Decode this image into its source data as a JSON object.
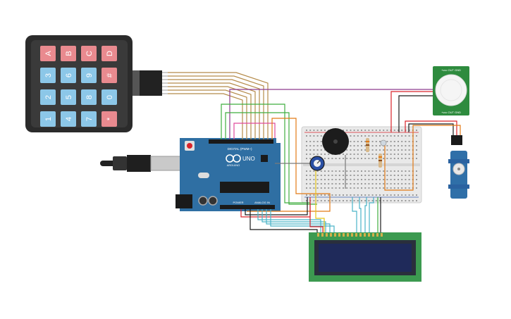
{
  "keypad": {
    "rows": [
      [
        "A",
        "B",
        "C",
        "D"
      ],
      [
        "3",
        "6",
        "9",
        "#"
      ],
      [
        "2",
        "5",
        "8",
        "0"
      ],
      [
        "1",
        "4",
        "7",
        "*"
      ]
    ],
    "colors": {
      "letter_key": "#e98a8f",
      "digit_key": "#8cc7e8",
      "body": "#2b2b2b",
      "pad": "#3d3d3d"
    }
  },
  "arduino": {
    "logo_text": "UNO",
    "brand": "ARDUINO",
    "digital_label": "DIGITAL (PWM~)",
    "power_label": "POWER",
    "analog_label": "ANALOG IN",
    "board_color": "#2f6fa3"
  },
  "pir": {
    "label_top": "+vcc OUT GND",
    "label_bottom": "+vcc OUT GND",
    "board_color": "#2e8b3e"
  },
  "lcd": {
    "board_color": "#3c9a50",
    "screen_color": "#1f2a5a"
  },
  "wire_colors": {
    "keypad": "#b58b4a",
    "red": "#d9232a",
    "black": "#1a1a1a",
    "green": "#3fae3f",
    "purple": "#8e3a8e",
    "orange": "#e27a16",
    "cyan": "#4ab3c7",
    "pink": "#e04a9c",
    "yellow": "#e6c51a",
    "gray": "#7a7a7a"
  }
}
